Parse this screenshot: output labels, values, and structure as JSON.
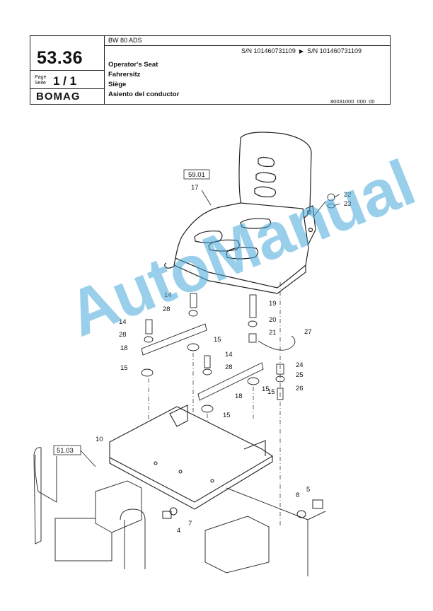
{
  "header": {
    "model": "BW 80 ADS",
    "group_number": "53.36",
    "page_label_en": "Page",
    "page_label_de": "Seite",
    "page_value": "1 / 1",
    "brand": "BOMAG",
    "serial_from": "S/N 101460731109",
    "serial_arrow": "▶",
    "serial_to": "S/N 101460731109",
    "titles": [
      "Operator's Seat",
      "Fahrersitz",
      "Siège",
      "Asiento del conductor"
    ],
    "drawing_number": "80031000_000_00"
  },
  "drawing": {
    "ref_boxes": [
      "59.01",
      "51.03"
    ],
    "callouts": [
      "17",
      "22",
      "23",
      "14",
      "28",
      "19",
      "20",
      "21",
      "27",
      "14",
      "28",
      "18",
      "15",
      "15",
      "14",
      "28",
      "24",
      "25",
      "26",
      "15",
      "18",
      "15",
      "15",
      "10",
      "8",
      "5",
      "7",
      "4"
    ]
  },
  "watermark": "AutoManual"
}
